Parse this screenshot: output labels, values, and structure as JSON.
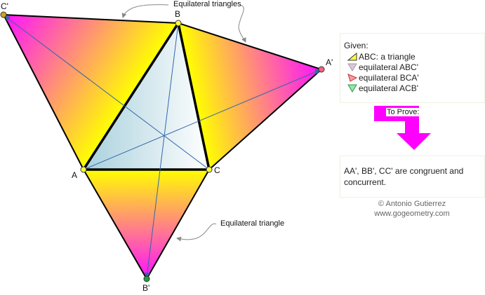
{
  "points": {
    "C_prime": "C'",
    "B": "B",
    "A_prime": "A'",
    "A": "A",
    "C": "C",
    "B_prime": "B'"
  },
  "annotations": {
    "top": "Equilateral triangles",
    "bottom": "Equilateral triangle"
  },
  "given": {
    "title": "Given:",
    "items": [
      {
        "icon": "yellow-triangle-icon",
        "text": "ABC: a triangle"
      },
      {
        "icon": "gray-triangle-icon",
        "text": "equilateral ABC'"
      },
      {
        "icon": "red-triangle-icon",
        "text": "equilateral BCA'"
      },
      {
        "icon": "green-triangle-icon",
        "text": "equilateral ACB'"
      }
    ]
  },
  "to_prove": {
    "label": "To Prove:",
    "text": "AA', BB', CC' are congruent and concurrent."
  },
  "credit": {
    "author": "© Antonio Gutierrez",
    "site": "www.gogeometry.com"
  },
  "colors": {
    "magenta": "#ff10ff",
    "yellow": "#ffff00",
    "line": "#3366aa",
    "arrow": "#ff00ff"
  }
}
